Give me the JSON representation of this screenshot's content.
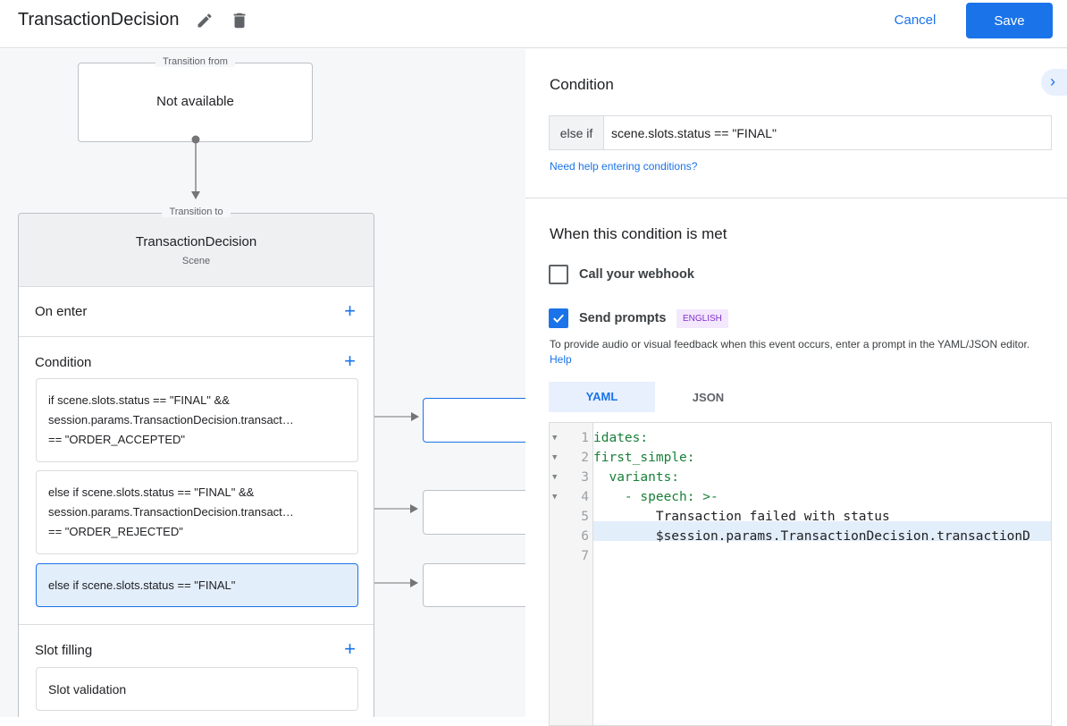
{
  "header": {
    "title": "TransactionDecision",
    "cancel_label": "Cancel",
    "save_label": "Save",
    "icons": [
      "edit-icon",
      "delete-icon"
    ]
  },
  "canvas": {
    "transition_from": {
      "legend": "Transition from",
      "value": "Not available"
    },
    "transition_to": {
      "legend": "Transition to",
      "scene_name": "TransactionDecision",
      "scene_type": "Scene"
    },
    "sections": {
      "on_enter": "On enter",
      "condition": "Condition",
      "slot_filling": "Slot filling"
    },
    "conditions": [
      {
        "lines": [
          "if scene.slots.status == \"FINAL\" &&",
          "session.params.TransactionDecision.transact…",
          "== \"ORDER_ACCEPTED\""
        ]
      },
      {
        "lines": [
          "else if scene.slots.status == \"FINAL\" &&",
          "session.params.TransactionDecision.transact…",
          "== \"ORDER_REJECTED\""
        ]
      },
      {
        "lines": [
          "else if scene.slots.status == \"FINAL\""
        ],
        "selected": true
      }
    ],
    "slot_validation": "Slot validation"
  },
  "panel": {
    "condition_heading": "Condition",
    "condition_prefix": "else if",
    "condition_value": "scene.slots.status == \"FINAL\"",
    "help_link": "Need help entering conditions?",
    "met_heading": "When this condition is met",
    "webhook": {
      "label": "Call your webhook",
      "checked": false
    },
    "prompts": {
      "label": "Send prompts",
      "checked": true,
      "badge": "ENGLISH"
    },
    "prompt_help": "To provide audio or visual feedback when this event occurs, enter a prompt in the YAML/JSON editor.",
    "prompt_help_link": "Help",
    "tabs": [
      "YAML",
      "JSON"
    ],
    "active_tab": "YAML",
    "editor_lines": [
      "idates:",
      "first_simple:",
      "  variants:",
      "    - speech: >-",
      "        Transaction failed with status",
      "        $session.params.TransactionDecision.transactionD",
      ""
    ],
    "accent": "#1a73e8"
  }
}
